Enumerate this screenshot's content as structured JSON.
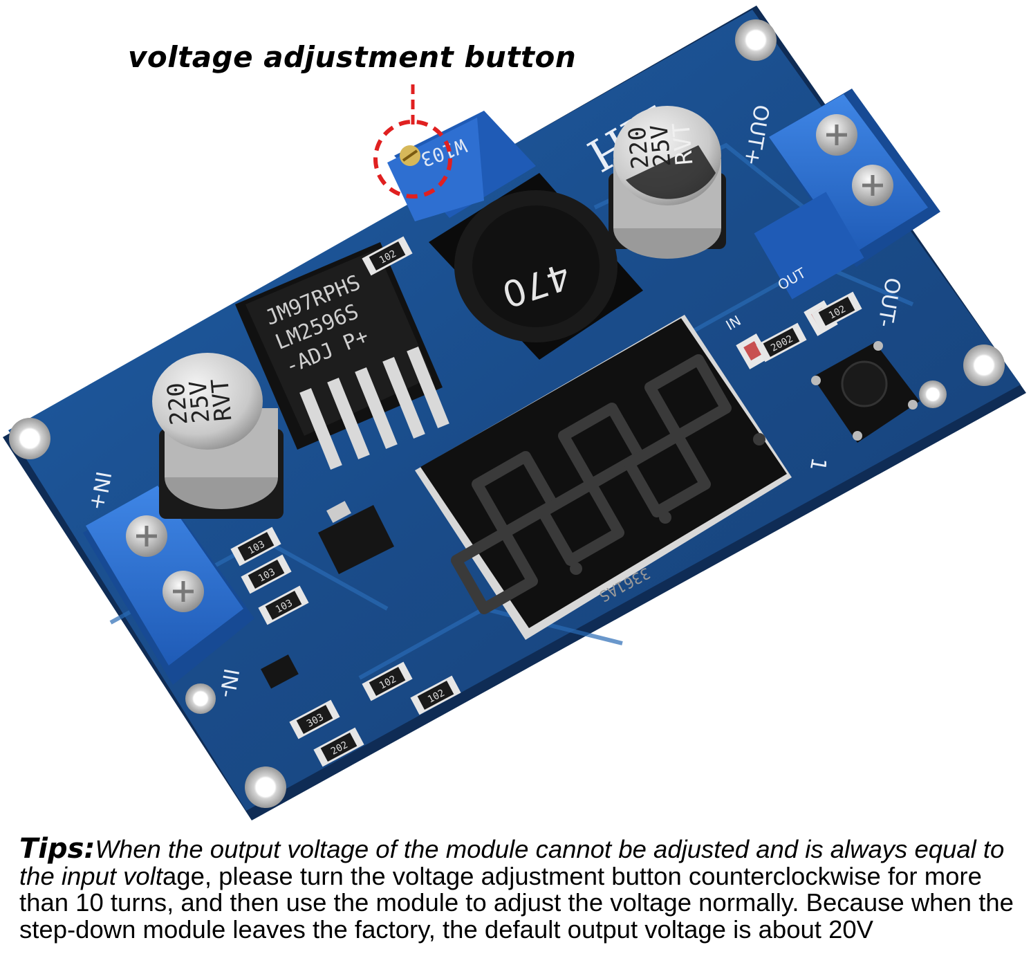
{
  "callout": {
    "label": "voltage adjustment button"
  },
  "board": {
    "silkscreen": {
      "brand": "MH",
      "in_plus": "IN+",
      "in_minus": "IN-",
      "out_plus": "OUT+",
      "out_minus": "OUT-",
      "led_in": "IN",
      "led_out": "OUT",
      "button_ref": "1"
    },
    "chip": {
      "line1": "JM97RPHS",
      "line2": "LM2596S",
      "line3": "-ADJ  P+"
    },
    "capacitor": {
      "line1": "220",
      "line2": "25V",
      "line3": "RVT"
    },
    "inductor_code": "470",
    "potentiometer_code": "W103",
    "display_model": "3361AS",
    "resistor_codes": [
      "102",
      "103",
      "103",
      "103",
      "202",
      "303",
      "102",
      "102",
      "2002",
      "102"
    ]
  },
  "tips": {
    "label": "Tips:",
    "italic_text": "When the output voltage of the module cannot be adjusted and is always equal to the input volt",
    "plain_text": "age, please turn the voltage adjustment button counterclockwise for more than 10 turns, and then use the module to adjust the voltage normally. Because when the step-down module leaves the factory, the default output voltage is about 20V"
  },
  "colors": {
    "pcb": "#1d4f8c",
    "terminal_block": "#2e6fd1",
    "callout_red": "#e02020",
    "display_body": "#111111"
  }
}
